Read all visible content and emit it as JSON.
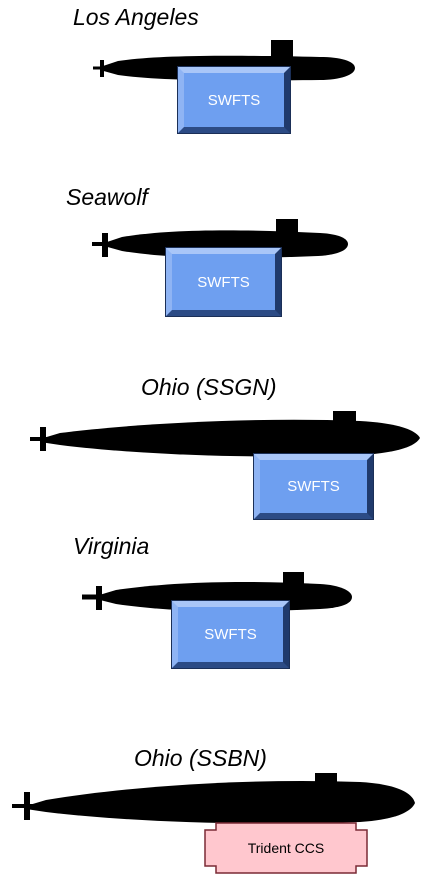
{
  "classes": [
    {
      "name": "Los Angeles",
      "system": "SWFTS"
    },
    {
      "name": "Seawolf",
      "system": "SWFTS"
    },
    {
      "name": "Ohio (SSGN)",
      "system": "SWFTS"
    },
    {
      "name": "Virginia",
      "system": "SWFTS"
    },
    {
      "name": "Ohio (SSBN)",
      "system": "Trident CCS"
    }
  ],
  "colors": {
    "hull": "#000000",
    "swfts_fill": "#6e9ff0",
    "trident_fill": "#ffc7ce"
  }
}
